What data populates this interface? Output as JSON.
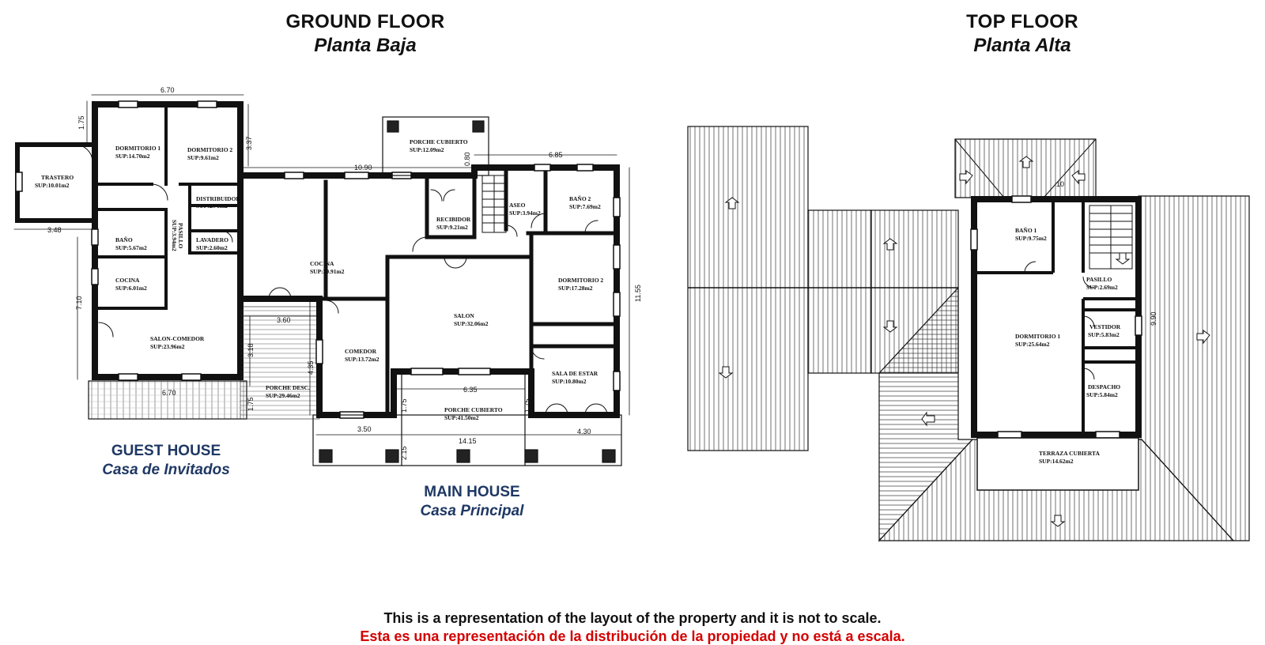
{
  "headers": {
    "ground": {
      "en": "GROUND FLOOR",
      "es": "Planta Baja"
    },
    "top": {
      "en": "TOP FLOOR",
      "es": "Planta Alta"
    }
  },
  "sections": {
    "guest": {
      "en": "GUEST HOUSE",
      "es": "Casa de Invitados"
    },
    "main": {
      "en": "MAIN HOUSE",
      "es": "Casa Principal"
    }
  },
  "rooms": {
    "trastero": {
      "name": "TRASTERO",
      "area": "SUP:10.01m2"
    },
    "dorm1_g": {
      "name": "DORMITORIO 1",
      "area": "SUP:14.70m2"
    },
    "dorm2_g": {
      "name": "DORMITORIO 2",
      "area": "SUP:9.61m2"
    },
    "distribuidor": {
      "name": "DISTRIBUIDOR",
      "area": "SUP:2.71m2"
    },
    "pasillo_g": {
      "name": "PASILLO",
      "area": "SUP:3.94m2"
    },
    "lavadero": {
      "name": "LAVADERO",
      "area": "SUP:2.60m2"
    },
    "bano_g": {
      "name": "BAÑO",
      "area": "SUP:5.67m2"
    },
    "cocina_g": {
      "name": "COCINA",
      "area": "SUP:6.01m2"
    },
    "salon_comedor": {
      "name": "SALON-COMEDOR",
      "area": "SUP:23.96m2"
    },
    "porche_desc": {
      "name": "PORCHE DESC.",
      "area": "SUP:29.46m2"
    },
    "porche_cub_top": {
      "name": "PORCHE CUBIERTO",
      "area": "SUP:12.09m2"
    },
    "cocina_m": {
      "name": "COCINA",
      "area": "SUP:39.91m2"
    },
    "recibidor": {
      "name": "RECIBIDOR",
      "area": "SUP:9.21m2"
    },
    "aseo": {
      "name": "ASEO",
      "area": "SUP:3.94m2"
    },
    "bano2": {
      "name": "BAÑO 2",
      "area": "SUP:7.69m2"
    },
    "dorm2_m": {
      "name": "DORMITORIO 2",
      "area": "SUP:17.28m2"
    },
    "salon": {
      "name": "SALON",
      "area": "SUP:32.06m2"
    },
    "comedor": {
      "name": "COMEDOR",
      "area": "SUP:13.72m2"
    },
    "sala_estar": {
      "name": "SALA DE ESTAR",
      "area": "SUP:10.80m2"
    },
    "porche_cub_bottom": {
      "name": "PORCHE CUBIERTO",
      "area": "SUP:41.50m2"
    },
    "bano1": {
      "name": "BAÑO 1",
      "area": "SUP:9.75m2"
    },
    "pasillo_t": {
      "name": "PASILLO",
      "area": "SUP:2.69m2"
    },
    "vestidor": {
      "name": "VESTIDOR",
      "area": "SUP:5.83m2"
    },
    "dorm1_t": {
      "name": "DORMITORIO 1",
      "area": "SUP:25.64m2"
    },
    "despacho": {
      "name": "DESPACHO",
      "area": "SUP:5.84m2"
    },
    "terraza": {
      "name": "TERRAZA CUBIERTA",
      "area": "SUP:14.62m2"
    }
  },
  "dimensions": {
    "d670_top": "6.70",
    "d175_left": "1.75",
    "d337": "3.37",
    "d348": "3.48",
    "d710": "7.10",
    "d670_bottom": "6.70",
    "d1090": "10.90",
    "d080": "0.80",
    "d685": "6.85",
    "d360": "3.60",
    "d318": "3.18",
    "d435": "4.35",
    "d175_porch": "1.75",
    "d175_mid": "1.75",
    "d175_right": "1.75",
    "d1155": "11.55",
    "d635": "6.35",
    "d350": "3.50",
    "d430": "4.30",
    "d1415": "14.15",
    "d215": "2.15",
    "d10": "10",
    "d990": "9.90"
  },
  "disclaimer": {
    "en": "This is a representation of the layout of the property and it is not to scale.",
    "es": "Esta es una representación de la distribución de la propiedad y no está a escala."
  }
}
